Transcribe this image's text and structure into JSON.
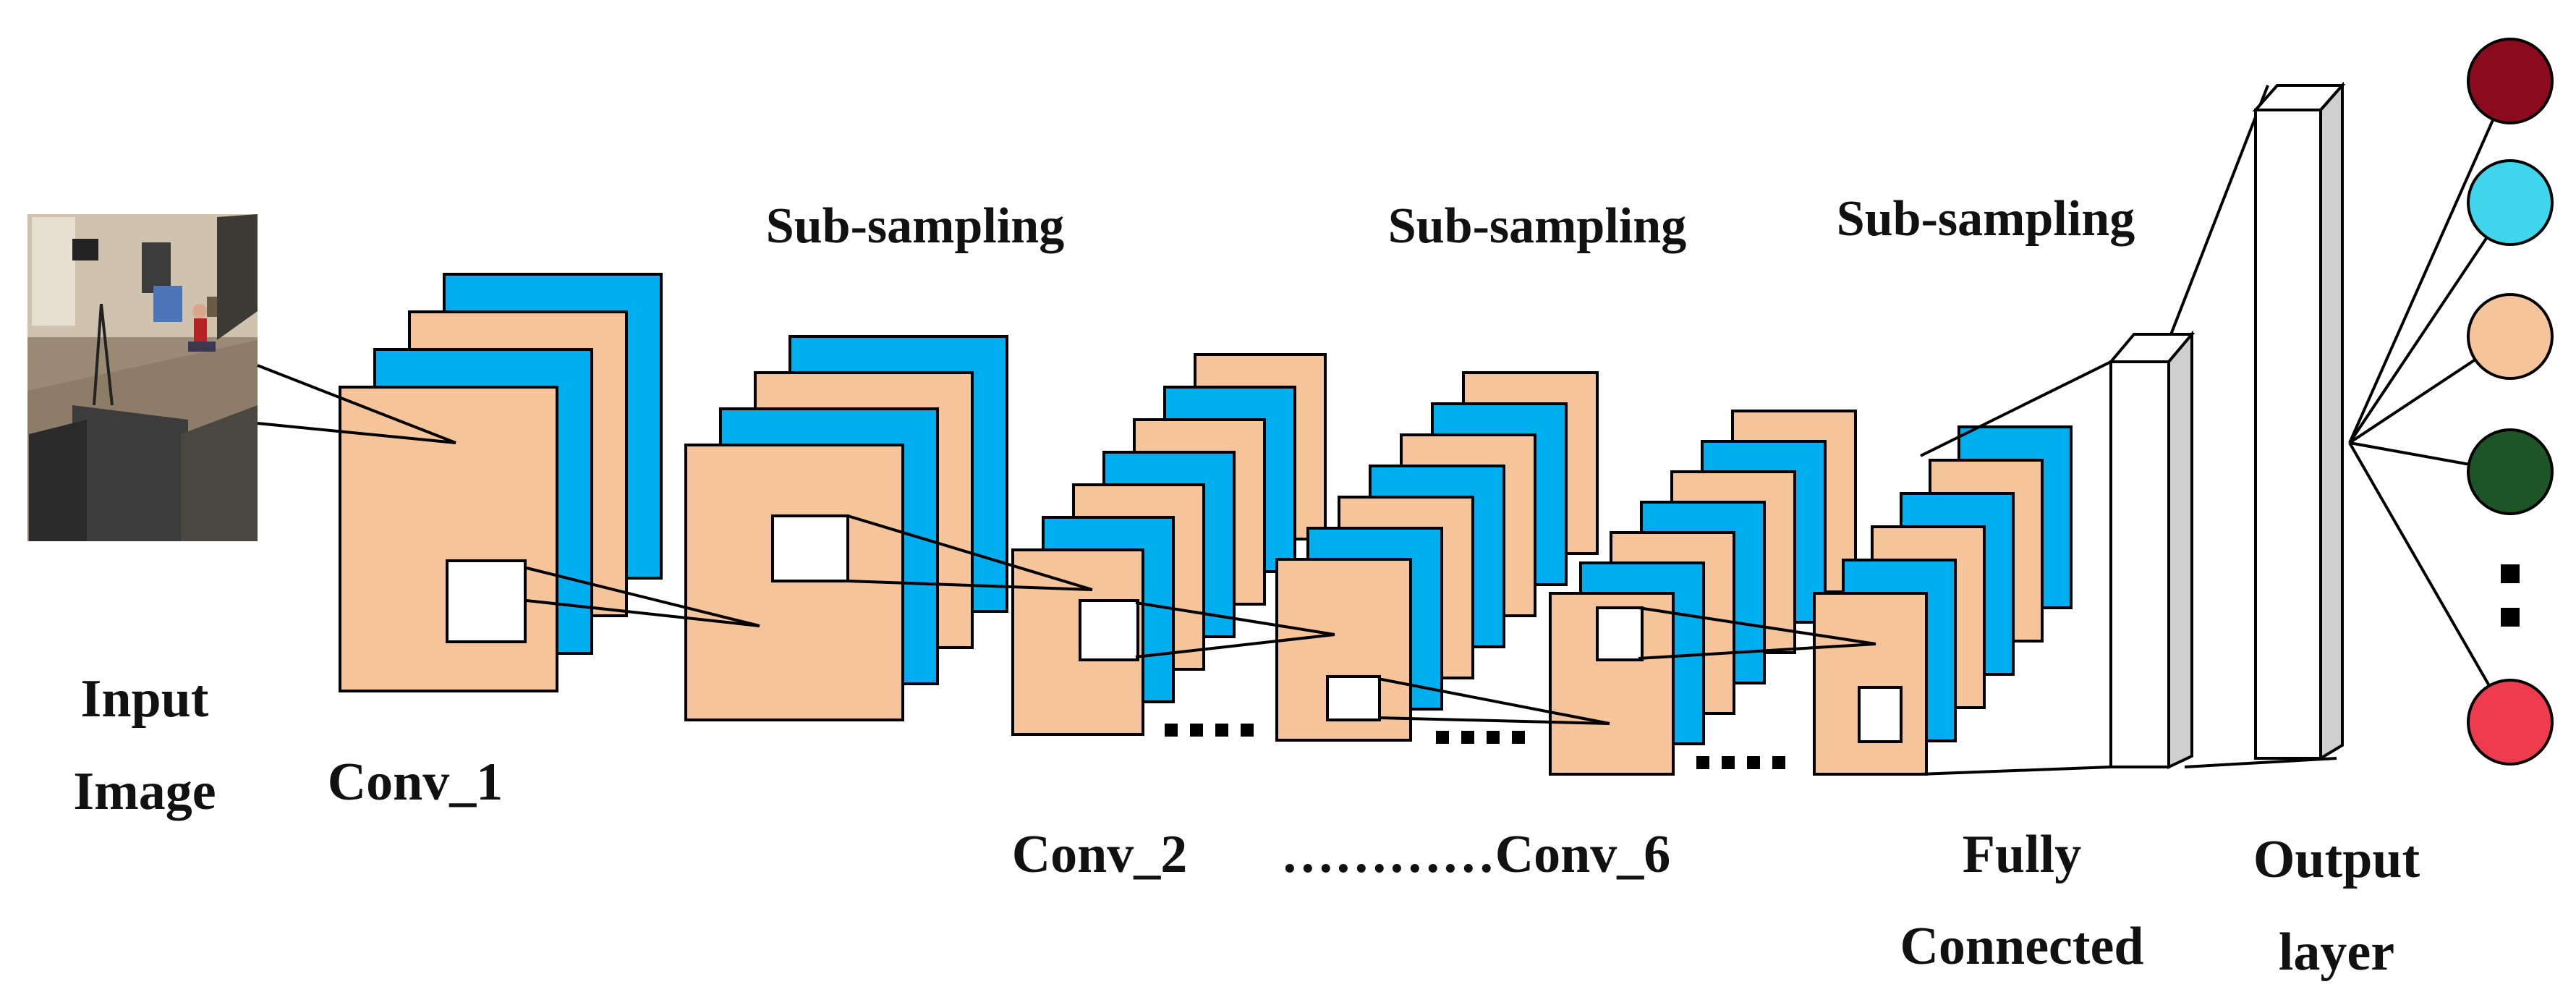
{
  "colors": {
    "peach": "#f6c49b",
    "blue": "#00aef0",
    "output_red": "#8b0a1e",
    "output_cyan": "#3fd5ea",
    "output_peach": "#f6c49b",
    "output_green": "#1e5526",
    "output_lightred": "#ef3b4e",
    "prism_side": "#cfcfcf"
  },
  "labels": {
    "input": [
      "Input",
      "Image"
    ],
    "conv1": "Conv_1",
    "conv2": "Conv_2",
    "conv6": "…………Conv_6",
    "sub1": "Sub-sampling",
    "sub2": "Sub-sampling",
    "sub3": "Sub-sampling",
    "fc": [
      "Fully",
      "Connected"
    ],
    "output": [
      "Output",
      "layer"
    ]
  },
  "continuation_marks": {
    "gap1": "▪▪▪▪",
    "gap2": "▪▪▪▪",
    "gap3": "▪▪▪▪",
    "output_gap": "▪▪"
  },
  "input_image": {
    "description_icon": "photo-of-room-with-fallen-person"
  }
}
